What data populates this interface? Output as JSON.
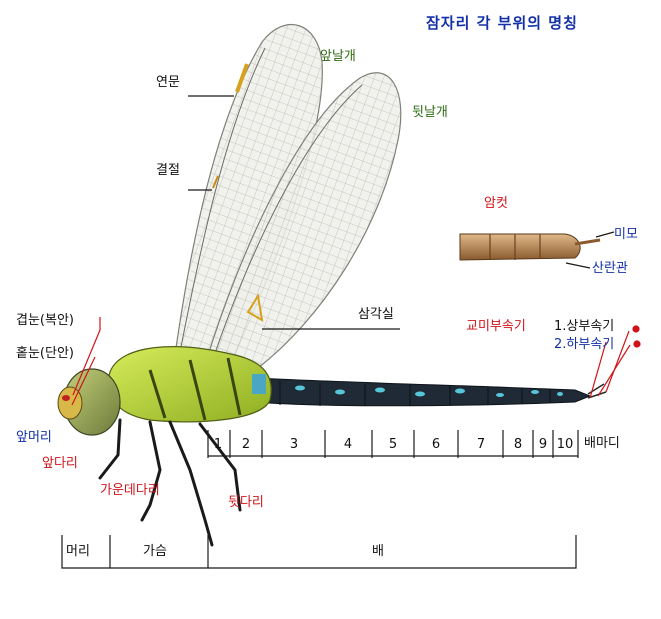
{
  "title": "잠자리 각 부위의 명칭",
  "colors": {
    "title": "#1330a8",
    "black_label": "#111111",
    "green_label": "#2e6b12",
    "red_label": "#d0141a",
    "blue_label": "#1330a8",
    "body_green": "#b9d63a",
    "abdomen_dark": "#1f2a36",
    "spot_cyan": "#56c6d8"
  },
  "labels": {
    "forewing": "앞날개",
    "hindwing": "뒷날개",
    "pterostigma": "연문",
    "nodus": "결절",
    "triangle": "삼각실",
    "compound_eye": "겹눈(복안)",
    "ocellus": "홑눈(단안)",
    "frons": "앞머리",
    "foreleg": "앞다리",
    "midleg": "가운데다리",
    "hindleg": "뒷다리",
    "female_tip": "암컷",
    "cercus_female": "미모",
    "ovipositor": "산란관",
    "caudal_appendage": "교미부속기",
    "superior_appendage": "1.상부속기",
    "inferior_appendage": "2.하부속기",
    "abdominal_segments": "배마디",
    "head": "머리",
    "thorax": "가슴",
    "abdomen": "배"
  },
  "segments": [
    "1",
    "2",
    "3",
    "4",
    "5",
    "6",
    "7",
    "8",
    "9",
    "10"
  ]
}
